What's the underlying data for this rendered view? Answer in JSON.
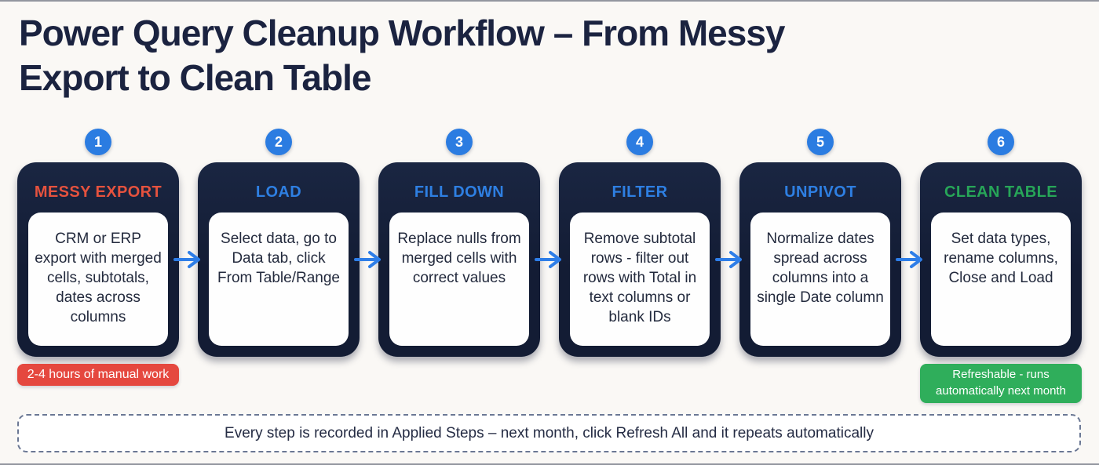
{
  "header": {
    "title_line1": "Power Query Cleanup Workflow – From Messy",
    "title_line2": "Export to Clean Table"
  },
  "steps": [
    {
      "number": "1",
      "title": "MESSY EXPORT",
      "description": "CRM or ERP export with merged cells, subtotals, dates across columns",
      "badge": "2-4 hours of manual work"
    },
    {
      "number": "2",
      "title": "LOAD",
      "description": "Select data, go to Data tab, click From Table/Range"
    },
    {
      "number": "3",
      "title": "FILL DOWN",
      "description": "Replace nulls from merged cells with correct values"
    },
    {
      "number": "4",
      "title": "FILTER",
      "description": "Remove subtotal rows - filter out rows with Total in text columns or blank IDs"
    },
    {
      "number": "5",
      "title": "UNPIVOT",
      "description": "Normalize dates spread across columns into a single Date column"
    },
    {
      "number": "6",
      "title": "CLEAN TABLE",
      "description": "Set data types, rename columns, Close and Load",
      "badge": "Refreshable - runs automatically next month"
    }
  ],
  "footer": {
    "note": "Every step is recorded in Applied Steps – next month, click Refresh All and it repeats automatically"
  },
  "colors": {
    "background": "#faf8f5",
    "card_navy": "#141d36",
    "step_circle_blue": "#2b7ce1",
    "arrow_blue": "#2e7ee8",
    "title_blue": "#2e7fe2",
    "title_red": "#e5523e",
    "title_green": "#27a558",
    "badge_red": "#e5483f",
    "badge_green": "#2fae5b",
    "dashed_border": "#6b7894",
    "heading_navy": "#1b2340"
  }
}
